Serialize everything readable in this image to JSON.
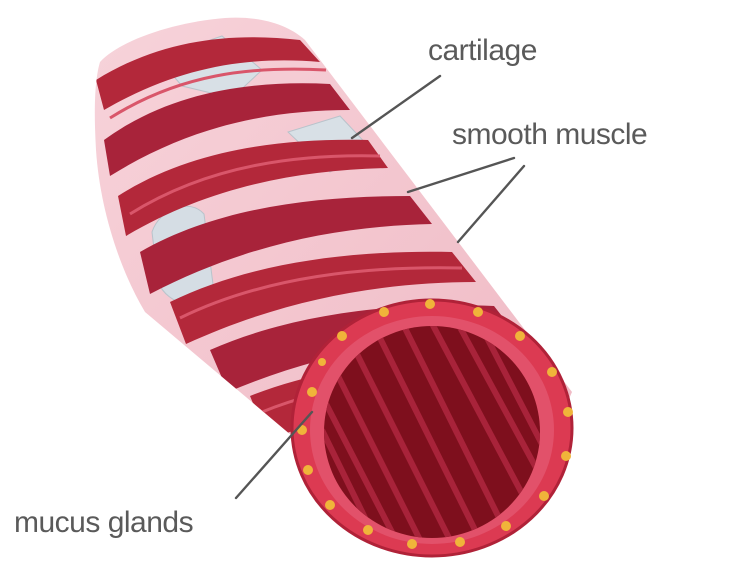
{
  "labels": {
    "cartilage": "cartilage",
    "smooth_muscle": "smooth muscle",
    "mucus_glands": "mucus glands"
  },
  "colors": {
    "background": "#ffffff",
    "tube_wall": "#f3c3cc",
    "muscle_band": "#b3283a",
    "muscle_band_dark": "#8e1a2b",
    "cartilage": "#d8e0e6",
    "lumen": "#7e0f1d",
    "rim": "#dc3a52",
    "glands": "#f0b43a",
    "label_text": "#5a5a5a",
    "leader_line": "#555555"
  }
}
